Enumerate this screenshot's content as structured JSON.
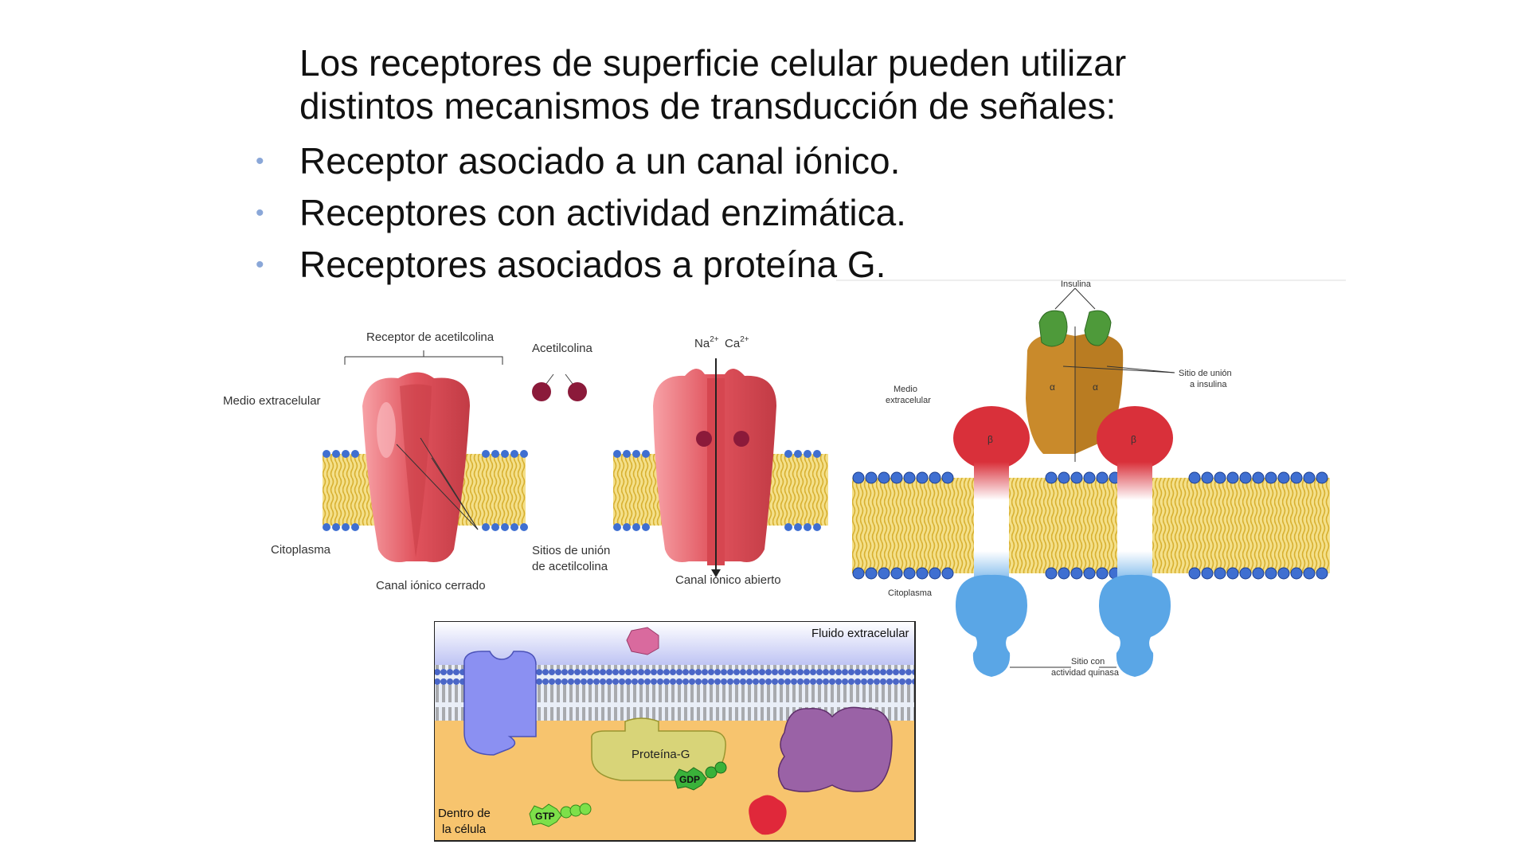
{
  "slide": {
    "intro_line1": "Los receptores de superficie celular pueden utilizar",
    "intro_line2": "distintos mecanismos de transducción de señales:",
    "bullets": [
      "Receptor asociado a un canal iónico.",
      "Receptores con actividad enzimática.",
      "Receptores asociados a proteína G."
    ]
  },
  "ion_channel": {
    "receptor_label": "Receptor de acetilcolina",
    "ligand_label": "Acetilcolina",
    "extracellular_label": "Medio extracelular",
    "cytoplasm_label": "Citoplasma",
    "closed_label": "Canal iónico cerrado",
    "binding_sites_line1": "Sitios de unión",
    "binding_sites_line2": "de acetilcolina",
    "ion_na": "Na",
    "ion_ca": "Ca",
    "ion_charge": "2+",
    "open_label": "Canal iónico abierto"
  },
  "insulin_receptor": {
    "insulin_label": "Insulina",
    "extracellular_line1": "Medio",
    "extracellular_line2": "extracelular",
    "binding_line1": "Sitio de unión",
    "binding_line2": "a insulina",
    "alpha": "α",
    "beta": "β",
    "cytoplasm_label": "Citoplasma",
    "kinase_line1": "Sitio con",
    "kinase_line2": "actividad quinasa"
  },
  "g_protein": {
    "extracellular_label": "Fluido extracelular",
    "g_protein_label": "Proteína-G",
    "gdp_label": "GDP",
    "gtp_label": "GTP",
    "inside_line1": "Dentro de",
    "inside_line2": "la célula"
  },
  "colors": {
    "channel_red": "#e0525c",
    "lipid_head_blue": "#3f6fd1",
    "lipid_tail_yellow": "#e8c84a",
    "insulin_green": "#4e9a3a",
    "alpha_brown": "#c98a2b",
    "beta_red": "#d9303a",
    "kinase_blue": "#5aa6e6",
    "gp_orange": "#f7c46e",
    "bullet_blue": "#8aa7d8"
  }
}
